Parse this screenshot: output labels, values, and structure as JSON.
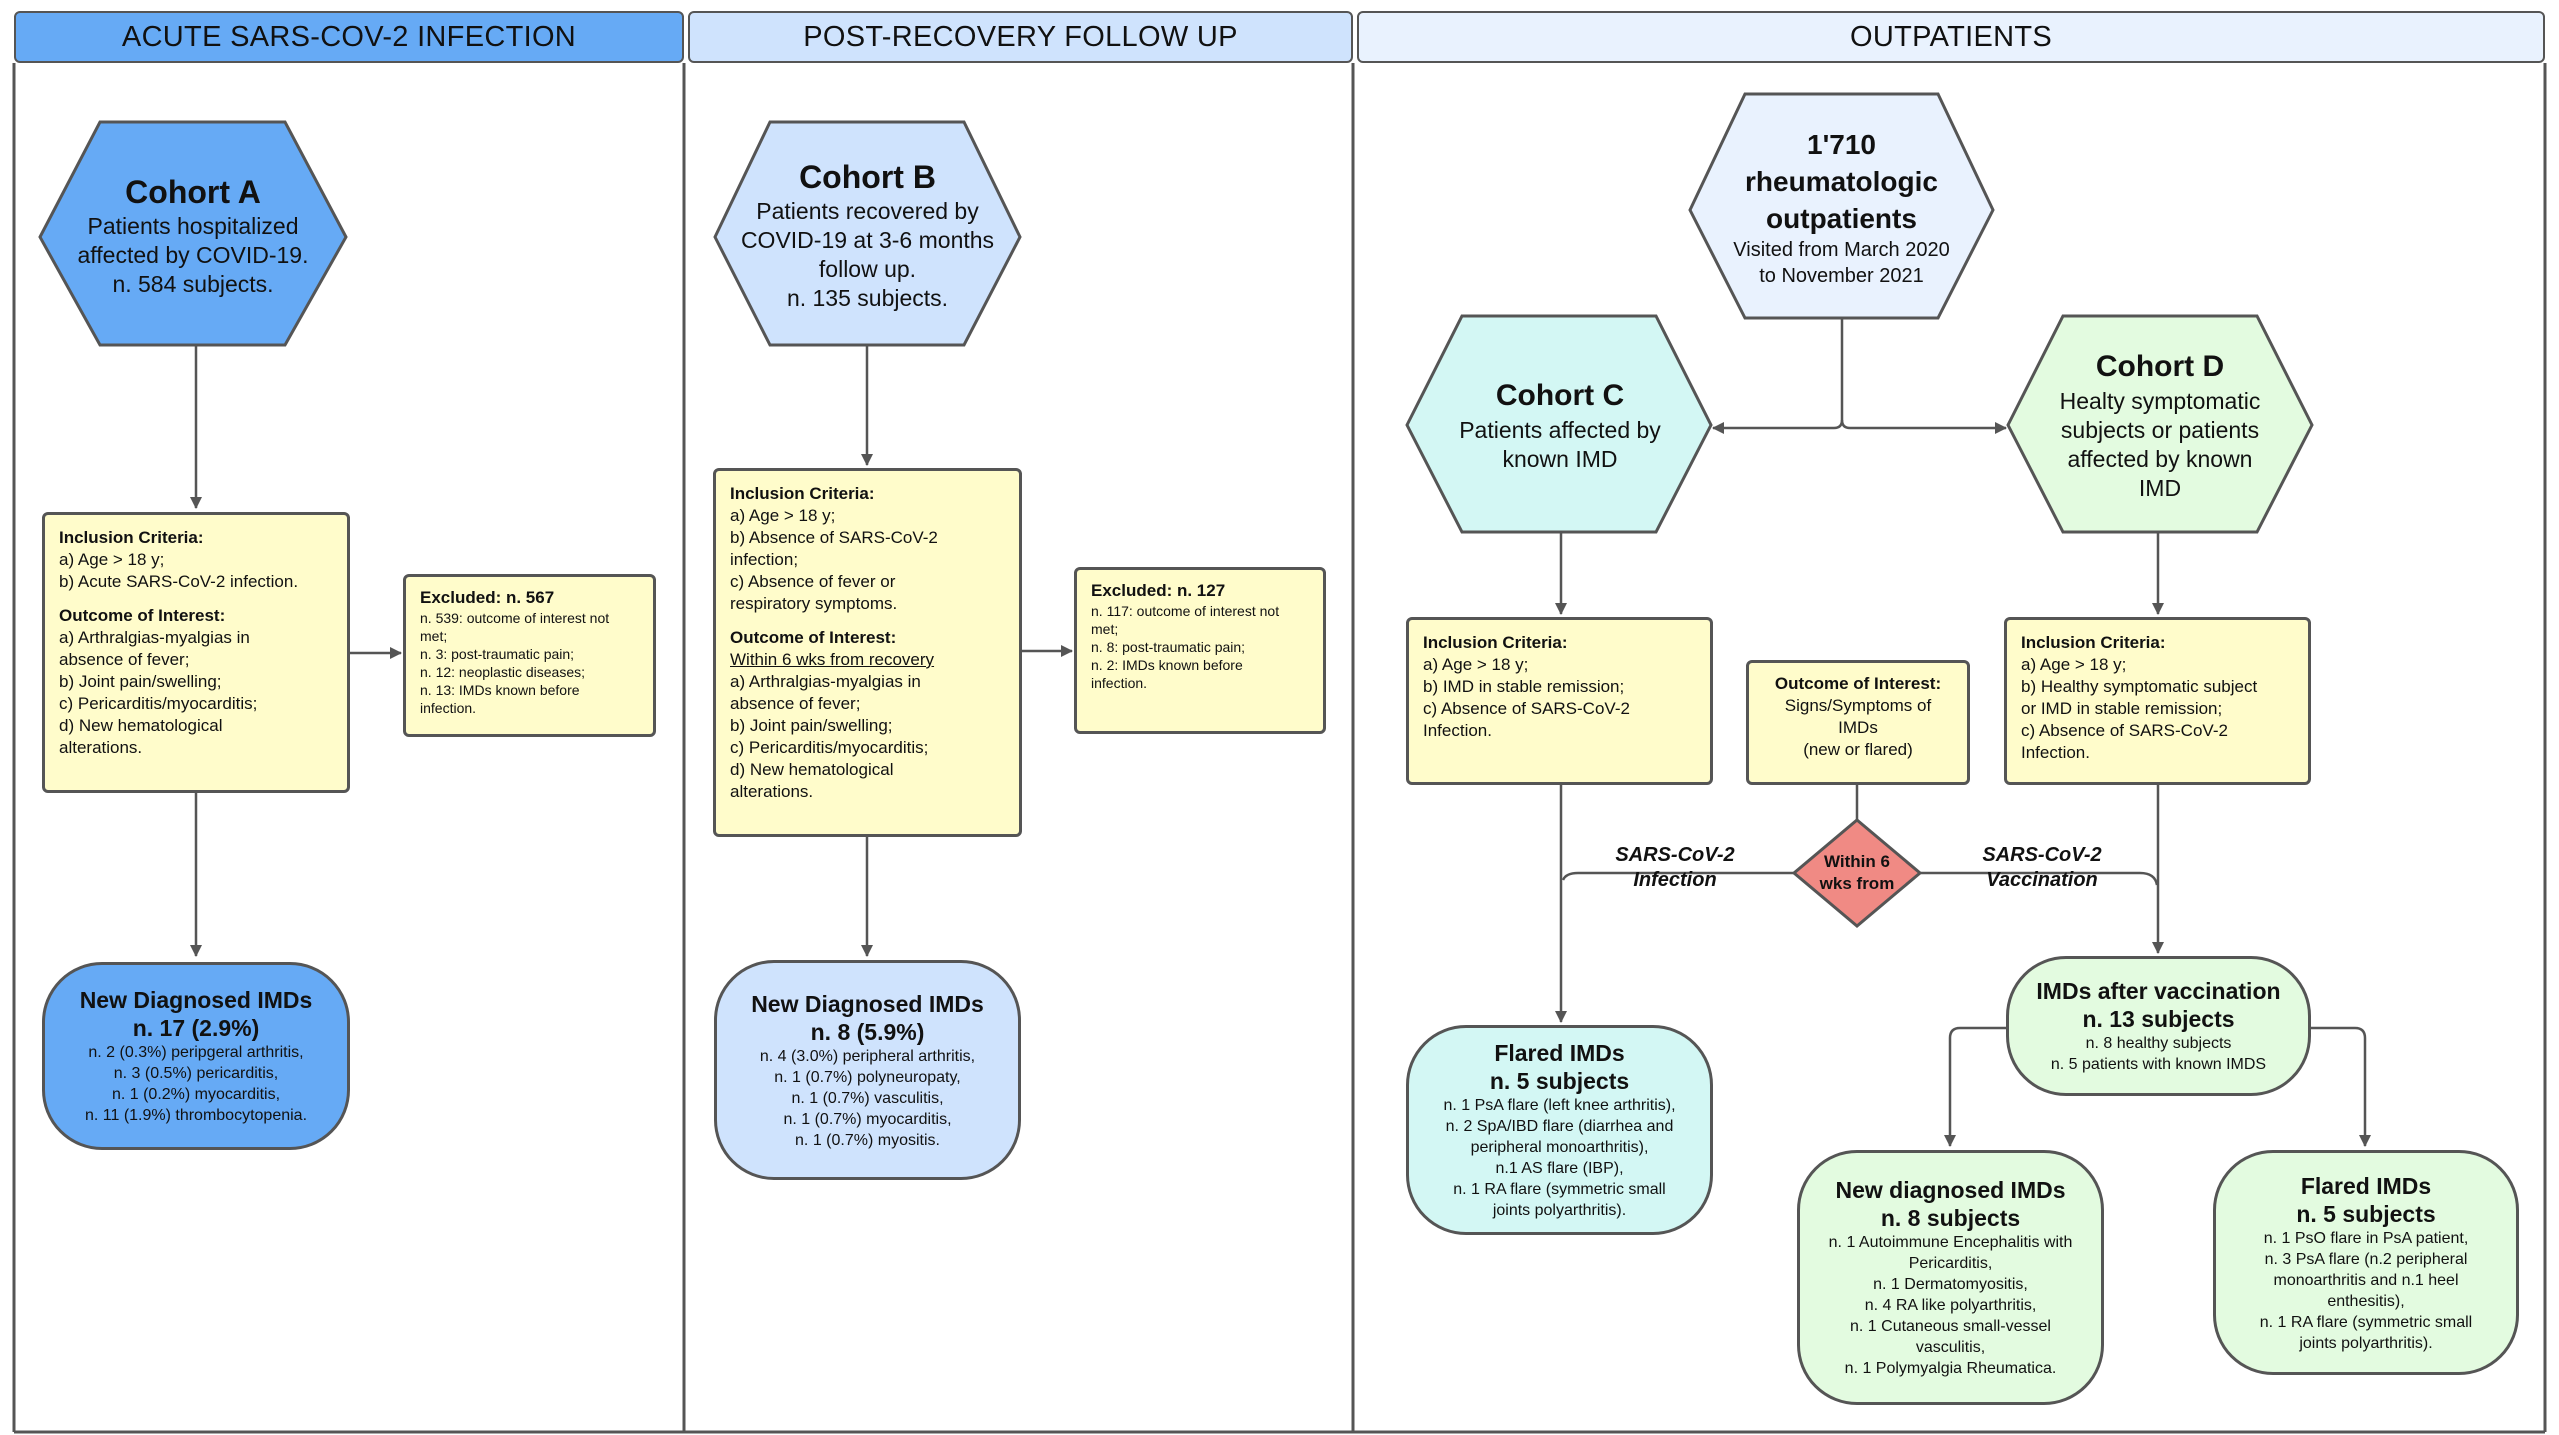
{
  "headers": {
    "acute": "ACUTE SARS-COV-2 INFECTION",
    "post": "POST-RECOVERY FOLLOW UP",
    "outpatients": "OUTPATIENTS"
  },
  "cohort_a": {
    "title": "Cohort A",
    "lines": [
      "Patients hospitalized",
      "affected by COVID-19.",
      "n. 584 subjects."
    ]
  },
  "cohort_b": {
    "title": "Cohort B",
    "lines": [
      "Patients recovered by",
      "COVID-19 at 3-6 months",
      "follow up.",
      "n. 135 subjects."
    ]
  },
  "outpatients_node": {
    "title_lines": [
      "1'710",
      "rheumatologic",
      "outpatients"
    ],
    "lines": [
      "Visited from March 2020",
      "to November 2021"
    ]
  },
  "cohort_c": {
    "title": "Cohort C",
    "lines": [
      "Patients affected by",
      "known IMD"
    ]
  },
  "cohort_d": {
    "title": "Cohort D",
    "lines": [
      "Healty symptomatic",
      "subjects or patients",
      "affected by known",
      "IMD"
    ]
  },
  "criteria_a": {
    "inclusion_title": "Inclusion Criteria:",
    "inclusion": [
      "a) Age > 18 y;",
      "b) Acute SARS-CoV-2 infection."
    ],
    "outcome_title": "Outcome of Interest:",
    "outcome": [
      "a) Arthralgias-myalgias in",
      "absence of fever;",
      "b) Joint pain/swelling;",
      "c) Pericarditis/myocarditis;",
      "d) New hematological",
      "alterations."
    ]
  },
  "excluded_a": {
    "title": "Excluded: n. 567",
    "lines": [
      "n. 539: outcome of interest not",
      "met;",
      "n. 3: post-traumatic pain;",
      "n. 12: neoplastic diseases;",
      "n. 13: IMDs known before",
      "infection."
    ]
  },
  "criteria_b": {
    "inclusion_title": "Inclusion Criteria:",
    "inclusion": [
      "a) Age > 18 y;",
      "b) Absence of SARS-CoV-2",
      "infection;",
      "c) Absence of fever or",
      "respiratory symptoms."
    ],
    "outcome_title": "Outcome of Interest:",
    "outcome_sub": "Within 6 wks from recovery",
    "outcome": [
      "a) Arthralgias-myalgias in",
      "absence of fever;",
      "b) Joint pain/swelling;",
      "c) Pericarditis/myocarditis;",
      "d) New hematological",
      "alterations."
    ]
  },
  "excluded_b": {
    "title": "Excluded: n. 127",
    "lines": [
      "n. 117: outcome of interest not",
      "met;",
      "n. 8: post-traumatic pain;",
      "n. 2: IMDs known before",
      "infection."
    ]
  },
  "criteria_c": {
    "inclusion_title": "Inclusion Criteria:",
    "inclusion": [
      "a) Age > 18 y;",
      "b) IMD in stable remission;",
      "c) Absence of SARS-CoV-2",
      "Infection."
    ]
  },
  "criteria_d": {
    "inclusion_title": "Inclusion Criteria:",
    "inclusion": [
      "a) Age > 18 y;",
      "b) Healthy symptomatic subject",
      "or IMD in stable remission;",
      "c) Absence of SARS-CoV-2",
      "Infection."
    ]
  },
  "outcome_cd": {
    "title": "Outcome of Interest:",
    "lines": [
      "Signs/Symptoms of",
      "IMDs",
      "(new or flared)"
    ]
  },
  "diamond": {
    "lines": [
      "Within 6",
      "wks from"
    ]
  },
  "label_infection": [
    "SARS-CoV-2",
    "Infection"
  ],
  "label_vaccination": [
    "SARS-CoV-2",
    "Vaccination"
  ],
  "result_a": {
    "title": "New Diagnosed IMDs",
    "count": "n. 17 (2.9%)",
    "lines": [
      "n. 2 (0.3%) peripgeral arthritis,",
      "n. 3 (0.5%) pericarditis,",
      "n. 1 (0.2%) myocarditis,",
      "n. 11 (1.9%) thrombocytopenia."
    ]
  },
  "result_b": {
    "title": "New Diagnosed IMDs",
    "count": "n. 8 (5.9%)",
    "lines": [
      "n. 4 (3.0%) peripheral arthritis,",
      "n. 1 (0.7%) polyneuropaty,",
      "n. 1 (0.7%) vasculitis,",
      "n. 1 (0.7%) myocarditis,",
      "n. 1 (0.7%) myositis."
    ]
  },
  "result_c": {
    "title": "Flared IMDs",
    "count": "n. 5 subjects",
    "lines": [
      "n. 1 PsA flare (left knee arthritis),",
      "n. 2 SpA/IBD flare (diarrhea and",
      "peripheral monoarthritis),",
      "n.1 AS flare (IBP),",
      "n. 1 RA flare (symmetric small",
      "joints polyarthritis)."
    ]
  },
  "result_vacc": {
    "title": "IMDs after vaccination",
    "count": "n. 13 subjects",
    "lines": [
      "n. 8 healthy subjects",
      "n. 5 patients with known IMDS"
    ]
  },
  "result_new": {
    "title": "New diagnosed IMDs",
    "count": "n. 8 subjects",
    "lines": [
      "n. 1 Autoimmune Encephalitis with",
      "Pericarditis,",
      "n. 1 Dermatomyositis,",
      "n. 4 RA like polyarthritis,",
      "n. 1 Cutaneous small-vessel",
      "vasculitis,",
      "n. 1 Polymyalgia Rheumatica."
    ]
  },
  "result_flared": {
    "title": "Flared IMDs",
    "count": "n. 5 subjects",
    "lines": [
      "n. 1 PsO flare in PsA patient,",
      "n. 3 PsA flare (n.2 peripheral",
      "monoarthritis and n.1 heel",
      "enthesitis),",
      "n. 1 RA flare (symmetric small",
      "joints polyarthritis)."
    ]
  },
  "colors": {
    "dark_blue": "#66aaf5",
    "light_blue": "#cfe3fd",
    "pale_blue": "#e9f2fe",
    "cyan": "#d3f7f4",
    "mint": "#e3fbe0",
    "yellow": "#fffccb",
    "red": "#f08a84"
  }
}
